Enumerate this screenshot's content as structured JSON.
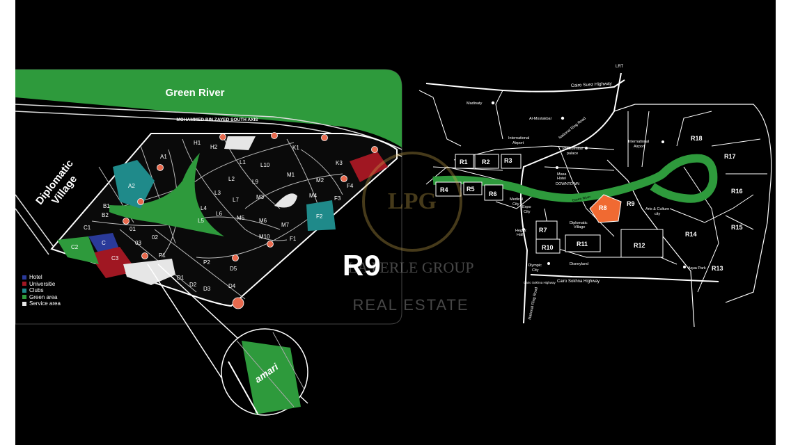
{
  "colors": {
    "background": "#000000",
    "green_area": "#2e9a3c",
    "club": "#1f8a8a",
    "university": "#a01722",
    "hotel": "#2a3a9a",
    "service": "#e6e6e6",
    "highlight_r8": "#f06a32",
    "node": "#e86a4e"
  },
  "left_map": {
    "banner": "Green River",
    "road": "MOHAMMED BIN ZAYED SOUTH AXIS",
    "village": "Diplomatic\nVillage",
    "title": "R9",
    "plots": [
      "H1",
      "H2",
      "K1",
      "A1",
      "L1",
      "L10",
      "M1",
      "K3",
      "A2",
      "L2",
      "L9",
      "M2",
      "F4",
      "L3",
      "L7",
      "M3",
      "M4",
      "F3",
      "L4",
      "L6",
      "M5",
      "M6",
      "M7",
      "F2",
      "B1",
      "L5",
      "B2",
      "C1",
      "01",
      "02",
      "M10",
      "F1",
      "C2",
      "C",
      "C3",
      "03",
      "P1",
      "P2",
      "D5",
      "D1",
      "D2",
      "D3",
      "D4"
    ],
    "logo_text": "amari"
  },
  "legend": [
    {
      "label": "Hotel",
      "color": "#2a3a9a"
    },
    {
      "label": "Universitie",
      "color": "#a01722"
    },
    {
      "label": "Clubs",
      "color": "#1f8a8a"
    },
    {
      "label": "Green area",
      "color": "#2e9a3c"
    },
    {
      "label": "Service area",
      "color": "#e6e6e6"
    }
  ],
  "right_map": {
    "roads": {
      "cairo_suez": "Cairo Suez Highway",
      "lrt": "LRT",
      "national_ring_top": "National Ring Road",
      "cairo_sokhna_small": "Cairo Sokhna Highway",
      "cairo_sokhna": "Cairo Sokhna Highway",
      "national_ring_bottom": "National Ring Road",
      "green_river": "Green River"
    },
    "places": {
      "madinaty": "Madinaty",
      "al_mostakbal": "Al-Mostakbal",
      "intl_airport_1": "International\nAirport",
      "presidential": "Presidential\npalace",
      "intl_airport_2": "International\nAirport",
      "masa_hotel": "Masa\nHotel",
      "downtown": "DOWNTOWN",
      "medical_city": "Medical\nCity",
      "expo_city": "Expo\nCity",
      "arts_culture": "Arts & Culture\ncity",
      "diplomatic_village": "Diplomatic\nVillage",
      "hegaz_hall": "Hegaz\nHall",
      "olympic_city": "Olympic\nCity",
      "disneyland": "Disneyland",
      "aqua_park": "Aqua Park"
    },
    "zones": [
      "R1",
      "R2",
      "R3",
      "R4",
      "R5",
      "R6",
      "R7",
      "R8",
      "R9",
      "R10",
      "R11",
      "R12",
      "R13",
      "R14",
      "R15",
      "R16",
      "R17",
      "R18"
    ]
  },
  "watermark": {
    "line1": "LA PERLE GROUP",
    "line2": "REAL ESTATE"
  }
}
